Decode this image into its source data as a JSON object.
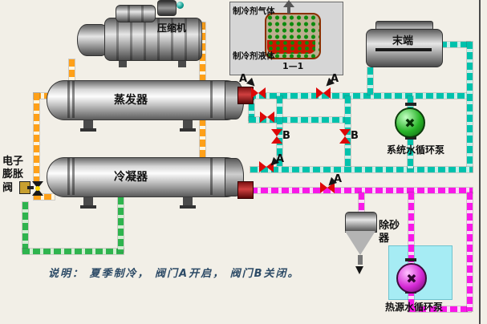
{
  "colors": {
    "canvas-bg": "#f2efe7",
    "panel-bg": "#d6d6d6",
    "pipe-orange": "#ffa018",
    "pipe-cyan": "#00c2ac",
    "pipe-magenta": "#f818e8",
    "pipe-green": "#2eb44e",
    "valve-red": "#dd0808",
    "pump-green": "#28b428",
    "pump-magenta": "#d428d4"
  },
  "labels": {
    "compressor": "压缩机",
    "evaporator": "蒸发器",
    "condenser": "冷凝器",
    "expansion_valve": "电子膨胀阀",
    "terminal": "末端",
    "system_pump": "系统水循环泵",
    "heat_source_pump": "热源水循环泵",
    "sand_remover": "除砂器",
    "valve_a": "A",
    "valve_b": "B"
  },
  "inset": {
    "gas": "制冷剂气体",
    "liquid": "制冷剂液体",
    "section": "1—1"
  },
  "pump_blade_glyph": "✖",
  "note": "说明： 夏季制冷， 阀门A开启， 阀门B关闭。"
}
